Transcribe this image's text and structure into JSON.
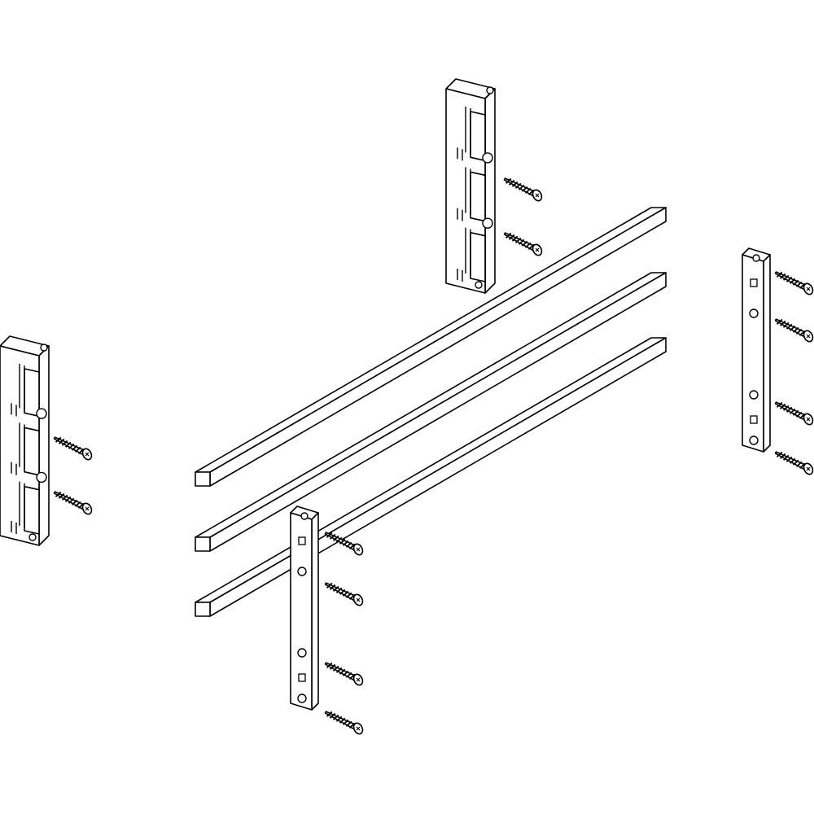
{
  "colors": {
    "stroke": "#000000",
    "fill": "#ffffff",
    "shade": "#d9d9d9"
  },
  "icons": [
    "busbar",
    "busbar-holder",
    "connector-strip",
    "screw"
  ]
}
